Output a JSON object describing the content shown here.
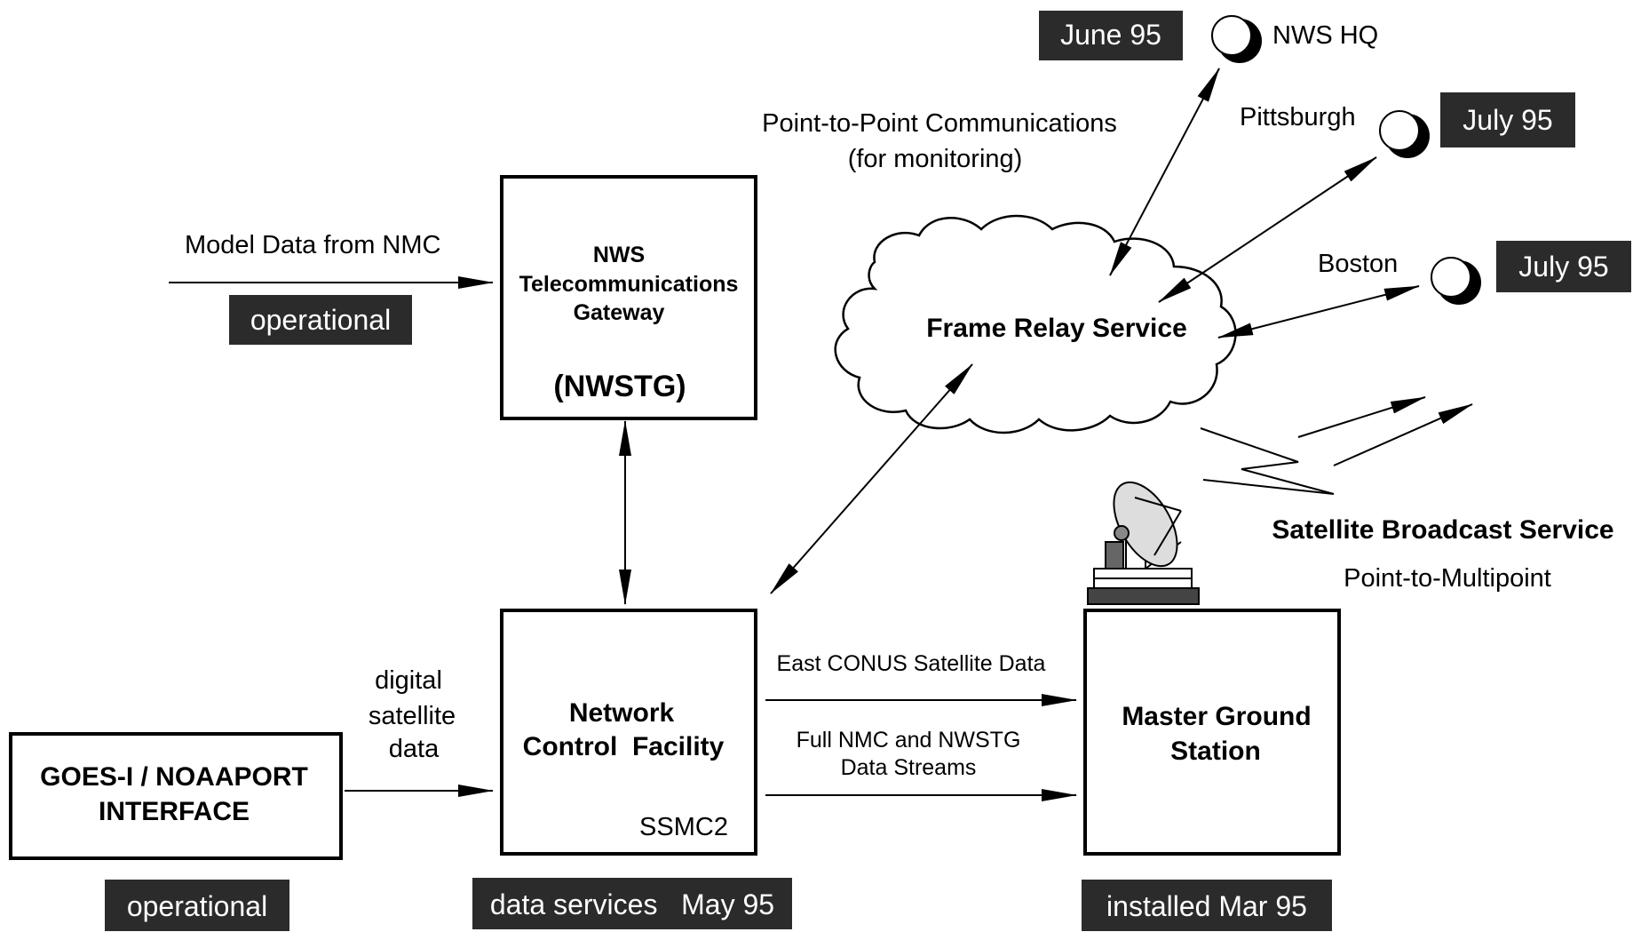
{
  "model_data_label": "Model Data from NMC",
  "model_data_status": "operational",
  "nwstg": {
    "line1": "NWS",
    "line2": "Telecommunications",
    "line3": "Gateway",
    "acronym": "(NWSTG)"
  },
  "ptp_comm": {
    "line1": "Point-to-Point Communications",
    "line2": "(for monitoring)"
  },
  "frame_relay": "Frame Relay Service",
  "sites": {
    "nws_hq": {
      "name": "NWS HQ",
      "status": "June 95"
    },
    "pittsburgh": {
      "name": "Pittsburgh",
      "status": "July 95"
    },
    "boston": {
      "name": "Boston",
      "status": "July 95"
    }
  },
  "satellite_broadcast": {
    "title": "Satellite Broadcast Service",
    "subtitle": "Point-to-Multipoint"
  },
  "goes": {
    "line1": "GOES-I / NOAAPORT",
    "line2": "INTERFACE",
    "status": "operational"
  },
  "digital_data": {
    "line1": "digital",
    "line2": "satellite",
    "line3": "data"
  },
  "ncf": {
    "line1": "Network",
    "line2": "Control  Facility",
    "code": "SSMC2",
    "status": "data services   May 95"
  },
  "streams": {
    "east": "East CONUS Satellite Data",
    "full_line1": "Full NMC and NWSTG",
    "full_line2": "Data Streams"
  },
  "mgs": {
    "line1": "Master Ground",
    "line2": "Station",
    "status": "installed Mar 95"
  }
}
